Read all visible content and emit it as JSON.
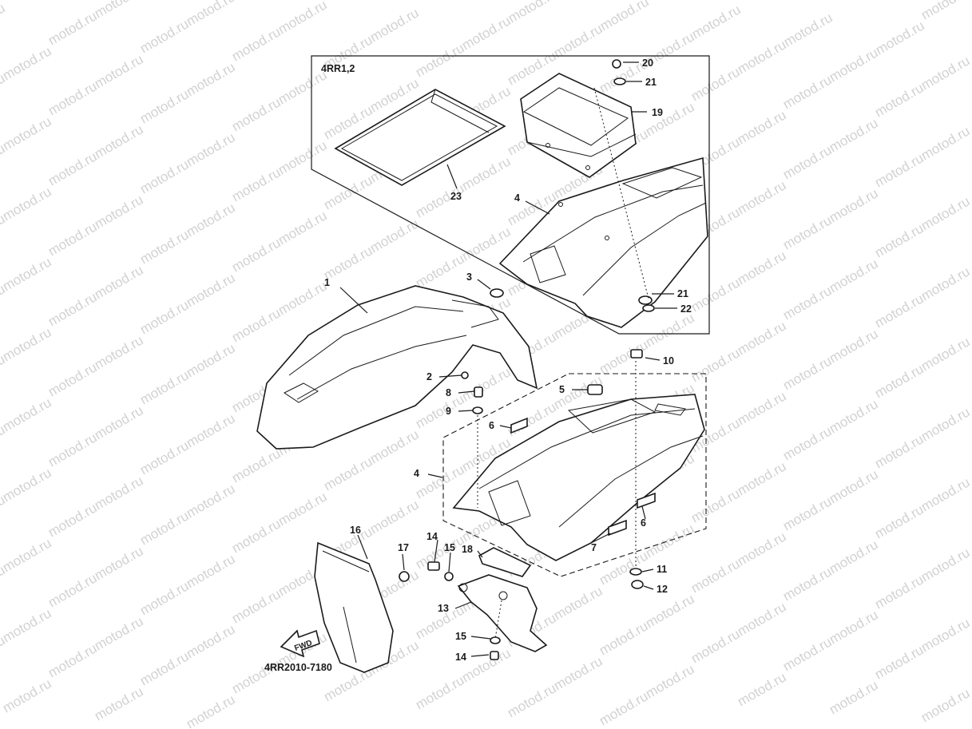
{
  "watermark": "motod.ru",
  "box_solid_label": "4RR1,2",
  "diagram_code": "4RR2010-7180",
  "fwd_label": "FWD",
  "callouts": {
    "c1": "1",
    "c2": "2",
    "c3": "3",
    "c4a": "4",
    "c4b": "4",
    "c5": "5",
    "c6a": "6",
    "c6b": "6",
    "c7": "7",
    "c8": "8",
    "c9": "9",
    "c10": "10",
    "c11": "11",
    "c12": "12",
    "c13": "13",
    "c14a": "14",
    "c14b": "14",
    "c15a": "15",
    "c15b": "15",
    "c16": "16",
    "c17": "17",
    "c18": "18",
    "c19": "19",
    "c20": "20",
    "c21a": "21",
    "c21b": "21",
    "c22": "22",
    "c23": "23"
  }
}
